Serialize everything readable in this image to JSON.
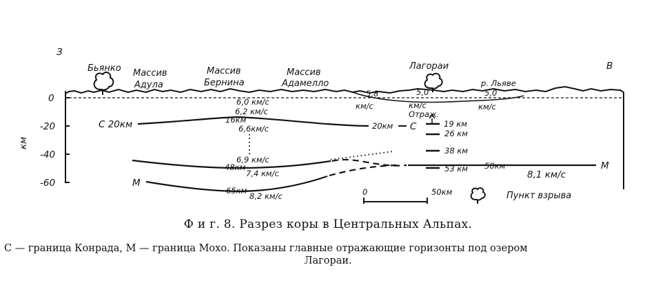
{
  "diagram": {
    "side_west": "З",
    "side_east": "В",
    "axis_unit": "км",
    "depth_ticks": [
      "0",
      "-20",
      "-40",
      "-60"
    ],
    "places": {
      "byanko": "Бьянко",
      "adula_1": "Массив",
      "adula_2": "Адула",
      "bernina_1": "Массив",
      "bernina_2": "Бернина",
      "adamello_1": "Массив",
      "adamello_2": "Адамелло",
      "lagorai": "Лагораи",
      "lyave": "р. Льяве"
    },
    "velocities": {
      "v60": "6,0 км/с",
      "v62": "6,2 км/с",
      "v66": "6,6км/с",
      "v69": "6,9 км/с",
      "v74": "7,4 км/с",
      "v82": "8,2 км/с",
      "v81": "8,1 км/с",
      "v58": "5,8",
      "v58u": "км/с",
      "v50a": "5,0",
      "v50au": "км/с",
      "v50b": "5,0",
      "v50bu": "км/с"
    },
    "depth_labels": {
      "c20": "С 20км",
      "d16": "16км",
      "d20": "20км",
      "c_right": "С",
      "d48": "48км",
      "d65": "65км",
      "d50": "50км",
      "m_left": "М",
      "m_right": "М"
    },
    "reflections": {
      "title": "Отраж.",
      "d19": "19 км",
      "d26": "26 км",
      "d38": "38 км",
      "d53": "53 км"
    },
    "scale": {
      "start": "0",
      "end": "50км"
    },
    "legend": "Пункт взрыва"
  },
  "caption": {
    "title": "Ф и г.  8.  Разрез коры в Центральных Альпах.",
    "note_line1": "С — граница Конрада,  М — граница Мохо. Показаны главные отражающие горизонты под  озером",
    "note_line2": "Лагораи."
  }
}
